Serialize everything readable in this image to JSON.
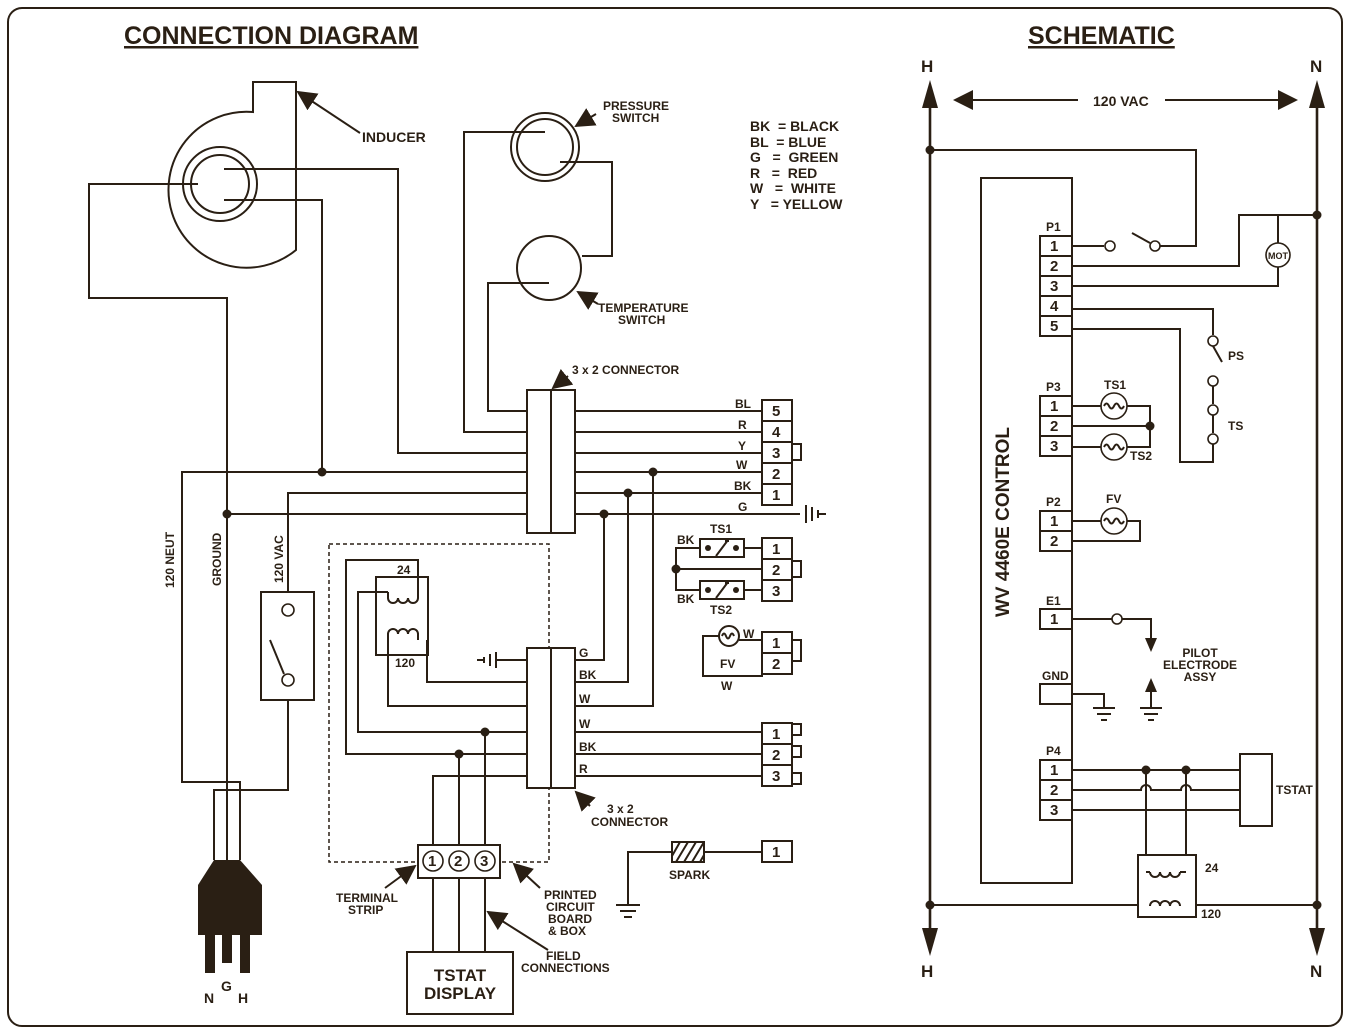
{
  "titles": {
    "connection": "CONNECTION DIAGRAM",
    "schematic": "SCHEMATIC"
  },
  "legend": [
    "BK  = BLACK",
    "BL  = BLUE",
    "G   =  GREEN",
    "R   =  RED",
    "W   =  WHITE",
    "Y   = YELLOW"
  ],
  "connection": {
    "inducer": "INDUCER",
    "pressure_switch": [
      "PRESSURE",
      "SWITCH"
    ],
    "temperature_switch": [
      "TEMPERATURE",
      "SWITCH"
    ],
    "connector_top": "3 x 2 CONNECTOR",
    "connector_bottom": [
      "3 x 2",
      "CONNECTOR"
    ],
    "wire_labels_left": [
      "120 NEUT",
      "GROUND",
      "120 VAC"
    ],
    "wire_colors_top": [
      "BL",
      "R",
      "Y",
      "W",
      "BK",
      "G"
    ],
    "pins_top": [
      "5",
      "4",
      "3",
      "2",
      "1"
    ],
    "ts_block": {
      "ts1": "TS1",
      "ts2": "TS2",
      "bk1": "BK",
      "bk2": "BK",
      "pins": [
        "1",
        "2",
        "3"
      ]
    },
    "fv_block": {
      "fv": "FV",
      "w1": "W",
      "w2": "W",
      "pins": [
        "1",
        "2"
      ]
    },
    "transformer": {
      "v24": "24",
      "v120": "120"
    },
    "wire_colors_bottom": [
      "G",
      "BK",
      "W",
      "W",
      "BK",
      "R"
    ],
    "pins_bottom": [
      "1",
      "2",
      "3"
    ],
    "spark": "SPARK",
    "spark_pin": "1",
    "terminal_strip": [
      "TERMINAL",
      "STRIP"
    ],
    "terminals": [
      "1",
      "2",
      "3"
    ],
    "pcb": [
      "PRINTED",
      "CIRCUIT",
      "BOARD",
      "& BOX"
    ],
    "field": [
      "FIELD",
      "CONNECTIONS"
    ],
    "tstat_display": [
      "TSTAT",
      "DISPLAY"
    ],
    "plug": {
      "n": "N",
      "g": "G",
      "h": "H"
    }
  },
  "schematic": {
    "h_top": "H",
    "n_top": "N",
    "h_bottom": "H",
    "n_bottom": "N",
    "vac": "120 VAC",
    "control": "WV 4460E CONTROL",
    "p1": {
      "label": "P1",
      "pins": [
        "1",
        "2",
        "3",
        "4",
        "5"
      ]
    },
    "p3": {
      "label": "P3",
      "pins": [
        "1",
        "2",
        "3"
      ]
    },
    "p2": {
      "label": "P2",
      "pins": [
        "1",
        "2"
      ]
    },
    "e1": {
      "label": "E1",
      "pins": [
        "1"
      ]
    },
    "gnd": "GND",
    "p4": {
      "label": "P4",
      "pins": [
        "1",
        "2",
        "3"
      ]
    },
    "mot": "MOT",
    "ps": "PS",
    "ts": "TS",
    "ts1": "TS1",
    "ts2": "TS2",
    "fv": "FV",
    "pilot": [
      "PILOT",
      "ELECTRODE",
      "ASSY"
    ],
    "tstat": "TSTAT",
    "xfmr_24": "24",
    "xfmr_120": "120"
  },
  "colors": {
    "ink": "#2a1f14",
    "background": "#ffffff"
  }
}
